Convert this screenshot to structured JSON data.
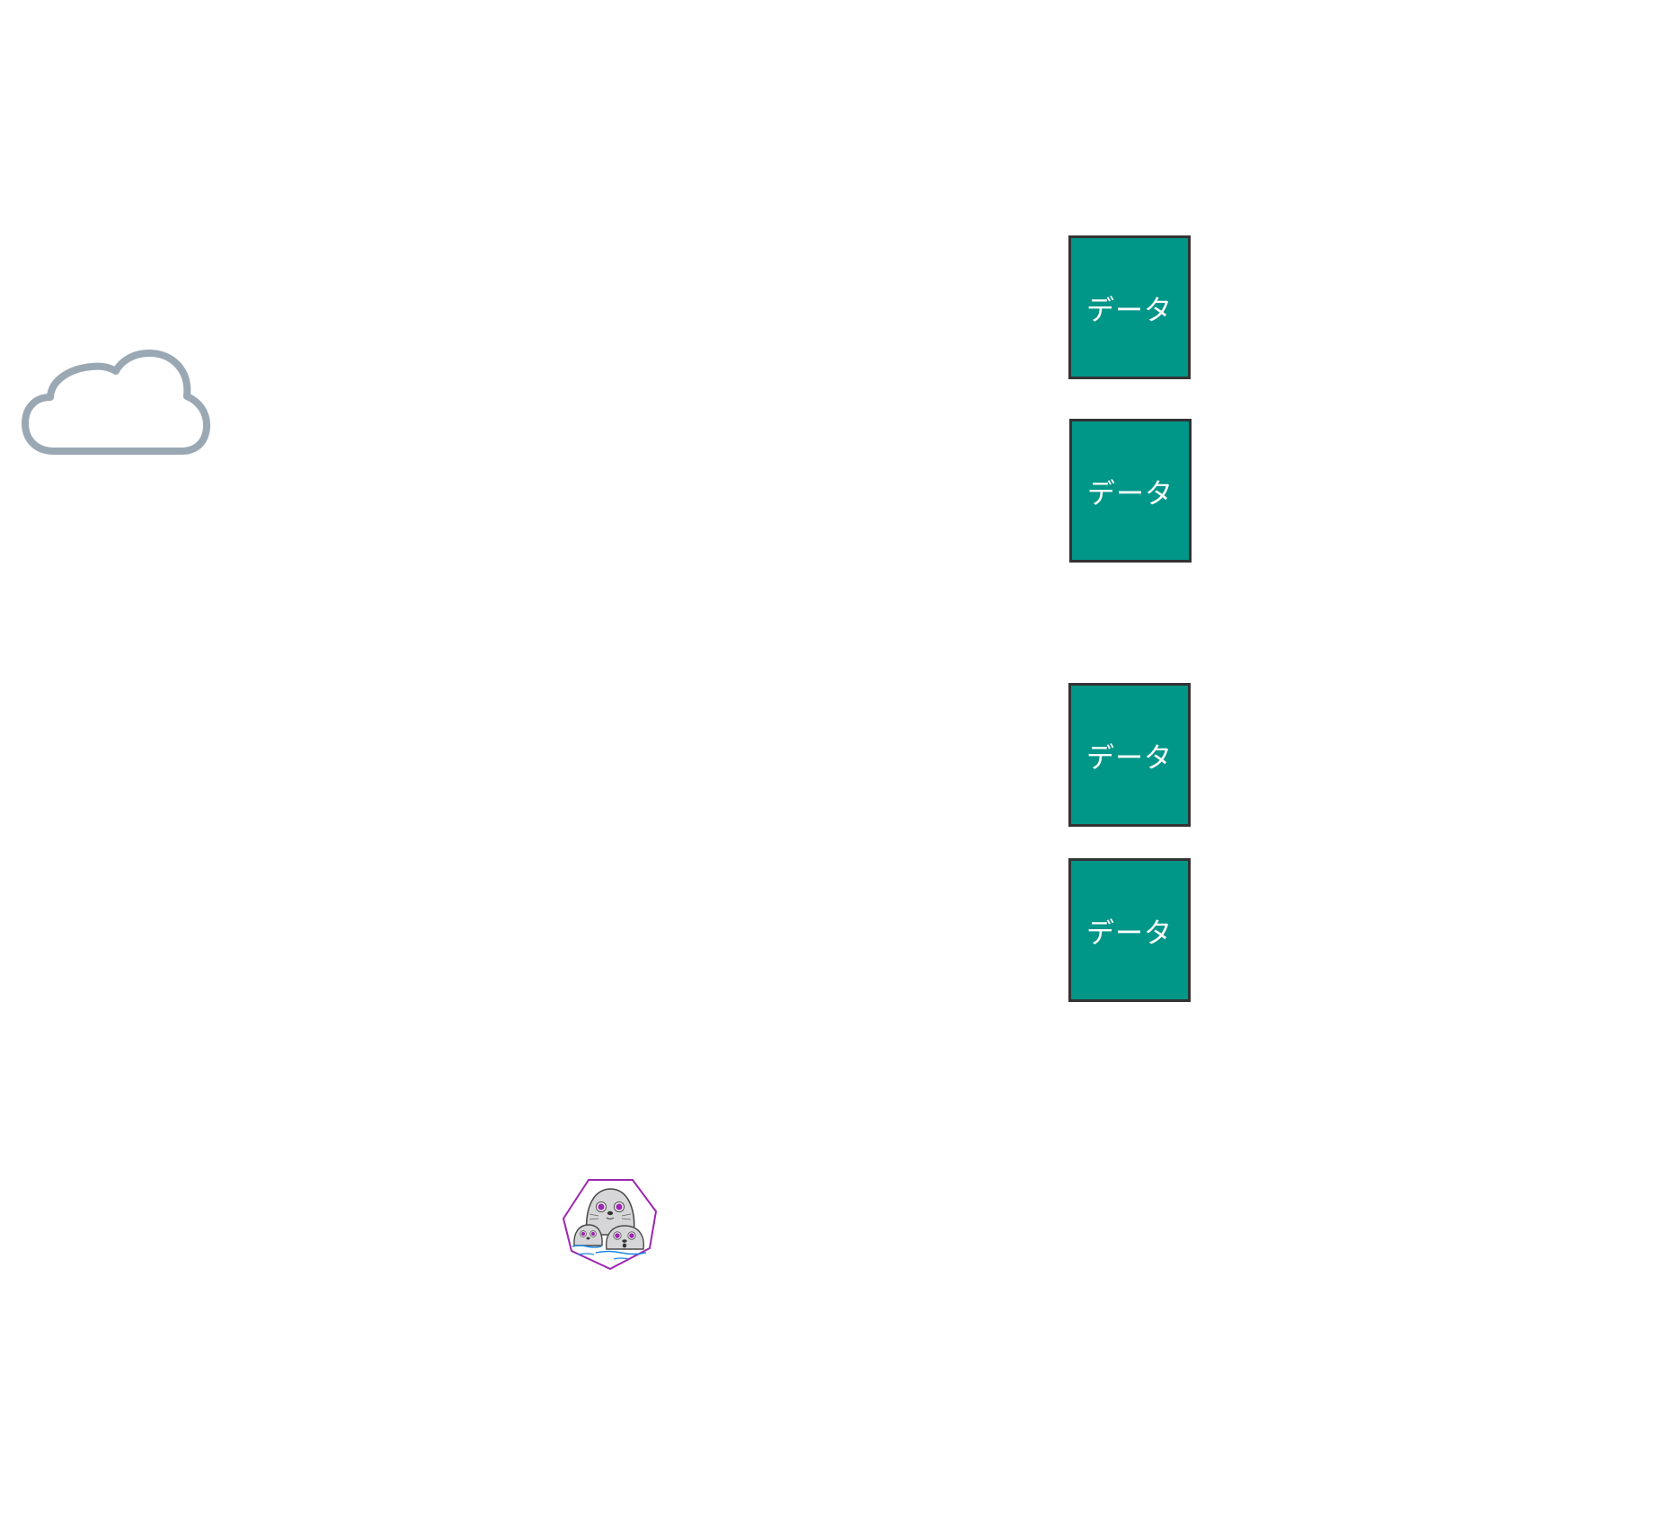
{
  "diagram": {
    "cloud": {
      "icon": "cloud-icon",
      "stroke_color": "#9aa8b4"
    },
    "data_blocks": [
      {
        "label": "データ"
      },
      {
        "label": "データ"
      },
      {
        "label": "データ"
      },
      {
        "label": "データ"
      }
    ],
    "logo": {
      "icon": "seal-logo-icon",
      "outline_color": "#9c27b0",
      "eye_color": "#9c27b0",
      "water_color": "#1e88e5"
    },
    "colors": {
      "block_fill": "#009688",
      "block_border": "#333333",
      "block_text": "#ffffff",
      "background": "#ffffff"
    }
  }
}
